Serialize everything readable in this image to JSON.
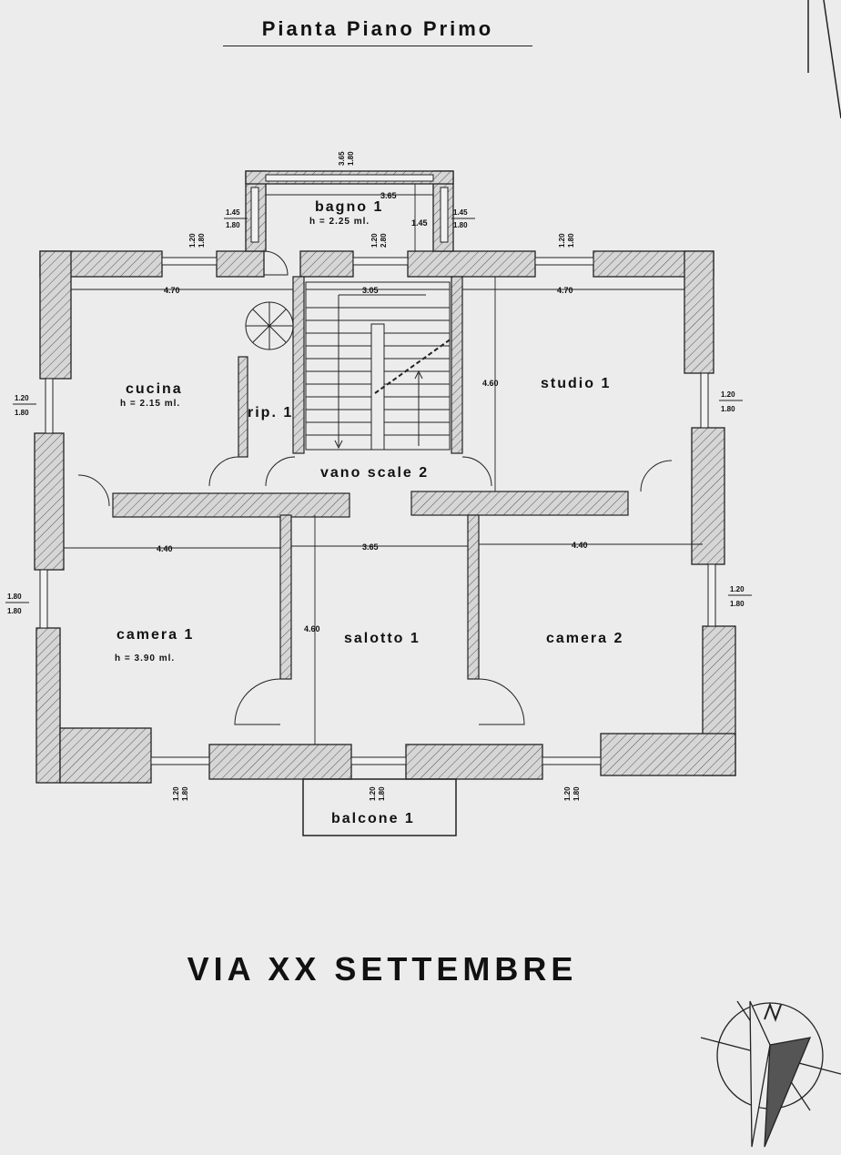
{
  "title": "Pianta Piano Primo",
  "street": "VIA XX SETTEMBRE",
  "rooms": {
    "bagno": {
      "name": "bagno 1",
      "height": "h = 2.25 ml."
    },
    "cucina": {
      "name": "cucina",
      "height": "h = 2.15 ml."
    },
    "rip": {
      "name": "rip. 1"
    },
    "vano": {
      "name": "vano scale 2"
    },
    "studio": {
      "name": "studio 1"
    },
    "camera1": {
      "name": "camera 1",
      "height": "h = 3.90 ml."
    },
    "salotto": {
      "name": "salotto 1"
    },
    "camera2": {
      "name": "camera 2"
    },
    "balcone": {
      "name": "balcone 1"
    }
  },
  "dimensions": {
    "cucina_width": "4.70",
    "stair_width": "3.05",
    "studio_width": "4.70",
    "studio_depth": "4.60",
    "bagno_width": "3.65",
    "bagno_depth": "1.45",
    "camera1_width": "4.40",
    "salotto_width": "3.65",
    "camera2_width": "4.40",
    "salotto_depth": "4.60"
  },
  "windows": {
    "w120_180": [
      "1.20",
      "1.80"
    ],
    "w145_180": [
      "1.45",
      "1.80"
    ],
    "w365_180": [
      "3.65",
      "1.80"
    ],
    "w120_280": [
      "1.20",
      "2.80"
    ],
    "w180_180": [
      "1.80",
      "1.80"
    ]
  }
}
